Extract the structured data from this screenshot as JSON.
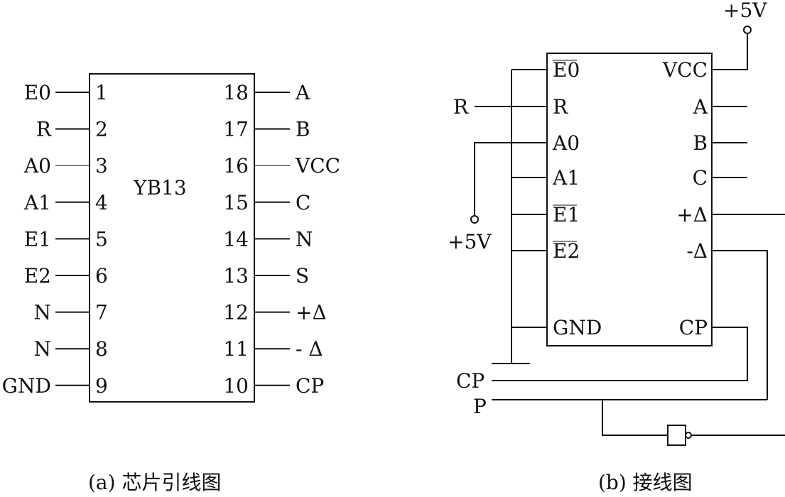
{
  "diagram": {
    "chip_a": {
      "name": "YB13",
      "left_pins": [
        {
          "num": "1",
          "label": "E0"
        },
        {
          "num": "2",
          "label": "R"
        },
        {
          "num": "3",
          "label": "A0"
        },
        {
          "num": "4",
          "label": "A1"
        },
        {
          "num": "5",
          "label": "E1"
        },
        {
          "num": "6",
          "label": "E2"
        },
        {
          "num": "7",
          "label": "N"
        },
        {
          "num": "8",
          "label": "N"
        },
        {
          "num": "9",
          "label": "GND"
        }
      ],
      "right_pins": [
        {
          "num": "18",
          "label": "A"
        },
        {
          "num": "17",
          "label": "B"
        },
        {
          "num": "16",
          "label": "VCC"
        },
        {
          "num": "15",
          "label": "C"
        },
        {
          "num": "14",
          "label": "N"
        },
        {
          "num": "13",
          "label": "S"
        },
        {
          "num": "12",
          "label": "+Δ"
        },
        {
          "num": "11",
          "label": "- Δ"
        },
        {
          "num": "10",
          "label": "CP"
        }
      ],
      "caption": "(a) 芯片引线图"
    },
    "chip_b": {
      "left_pins": [
        "E0",
        "R",
        "A0",
        "A1",
        "E1",
        "E2",
        "GND"
      ],
      "right_pins": [
        "VCC",
        "A",
        "B",
        "C",
        "+Δ",
        "-Δ",
        "CP"
      ],
      "supply_top": "+5V",
      "supply_left": "+5V",
      "inputs": [
        "R",
        "CP",
        "P"
      ],
      "caption": "(b) 接线图"
    }
  }
}
